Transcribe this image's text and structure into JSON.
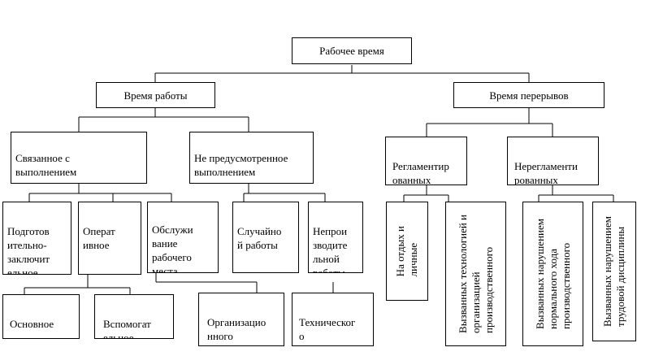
{
  "diagram": {
    "root": "Рабочее время",
    "work_time": "Время работы",
    "break_time": "Время перерывов",
    "related": "Связанное с\nвыполнением\nпроизводственного",
    "unforeseen": "Не предусмотренное\nвыполнением\nпроизводственного",
    "regulated": "Регламентир\nованных",
    "unregulated": "Нерегламенти\nрованных",
    "prep_final": "Подготов\nительно-\nзаключит\nельное",
    "operative": "Операт\nивное",
    "workplace_service": "Обслужи\nвание\nрабочего\nместа",
    "random_work": "Случайно\nй работы",
    "unproductive": "Непрои\nзводите\nльной\nработы",
    "rest_personal": "На отдых и\nличные",
    "tech_caused": "Вызванных технологией и\nорганизацией\nпроизводственного",
    "violation_process": "Вызванных нарушением\nнормального хода\nпроизводственного",
    "violation_discipline": "Вызванных нарушением\nтрудовой дисциплины",
    "main": "Основное",
    "auxiliary": "Вспомогат\nельное",
    "org_service": "Организацио\nнного\nобслуживани",
    "tech_service": "Техническог\nо\nобслуживани"
  }
}
